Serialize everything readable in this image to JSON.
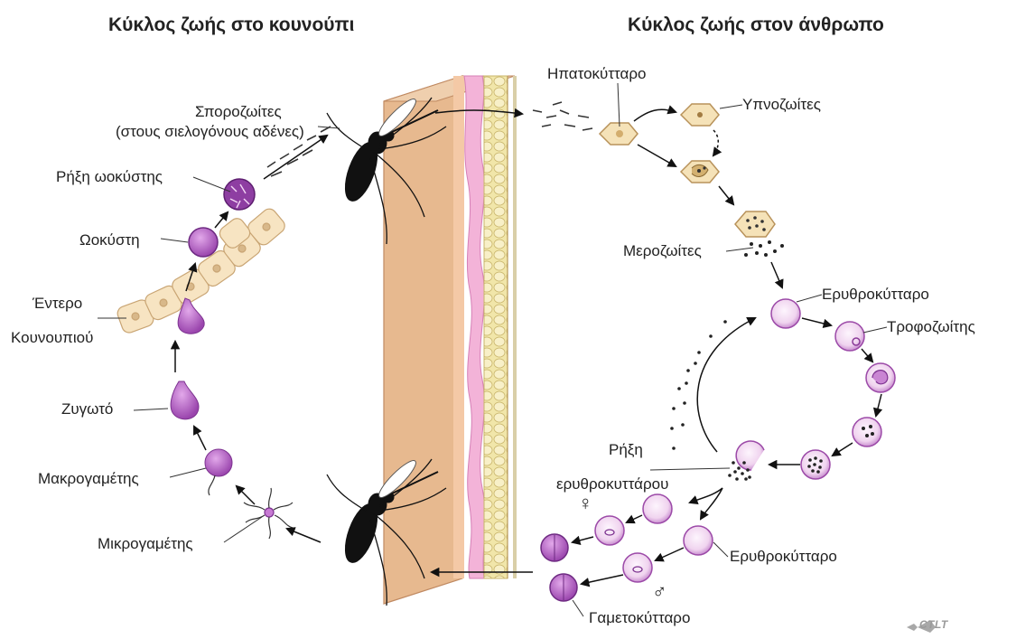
{
  "titles": {
    "mosquito_cycle": "Κύκλος ζωής στο κουνούπι",
    "human_cycle": "Κύκλος ζωής στον άνθρωπο"
  },
  "mosquito_labels": {
    "sporozoites": "Σποροζωίτες",
    "sporozoites_note": "(στους σιελογόνους αδένες)",
    "oocyst_rupture": "Ρήξη ωοκύστης",
    "oocyst": "Ωοκύστη",
    "gut_line1": "Έντερο",
    "gut_line2": "Κουνουπιού",
    "zygote": "Ζυγωτό",
    "macrogamete": "Μακρογαμέτης",
    "microgamete": "Μικρογαμέτης"
  },
  "human_labels": {
    "hepatocyte": "Ηπατοκύτταρο",
    "hypnozoites": "Υπνοζωίτες",
    "merozoites": "Μεροζωίτες",
    "erythrocyte_top": "Ερυθροκύτταρο",
    "trophozoite": "Τροφοζωίτης",
    "rupture_line1": "Ρήξη",
    "rupture_line2": "ερυθροκυττάρου",
    "female_symbol": "♀",
    "erythrocyte_bottom": "Ερυθροκύτταρο",
    "male_symbol": "♂",
    "gametocyte": "Γαμετοκύτταρο"
  },
  "logo_text": "CTLT",
  "colors": {
    "skin_fill": "#f2d3b3",
    "skin_edge": "#d9a57c",
    "pink_layer": "#f3b9dc",
    "fat_fill": "#f4eab4",
    "parasite_purple": "#b863c8",
    "cell_fill": "#f7e7c5",
    "rbc_fill": "#f3e1f2",
    "rbc_edge": "#9c4aa8"
  }
}
